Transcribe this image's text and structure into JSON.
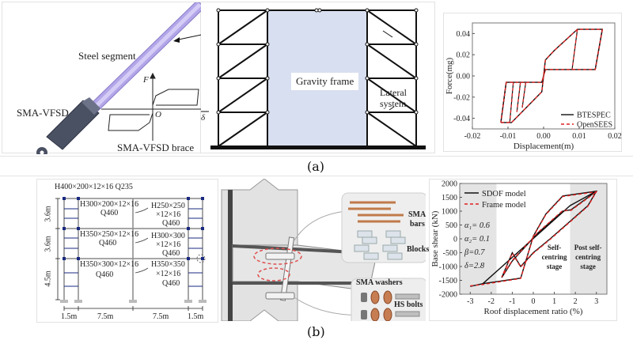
{
  "figure_a": {
    "caption": "(a)",
    "brace_panel": {
      "steel_segment_label": "Steel segment",
      "sma_vfsd_label": "SMA-VFSD",
      "brace_caption": "SMA-VFSD brace",
      "axis_f": "F",
      "axis_delta": "δ",
      "origin": "O"
    },
    "frame_panel": {
      "gravity_frame_label": "Gravity frame",
      "lateral_label_line1": "Lateral",
      "lateral_label_line2": "system"
    },
    "chart_panel": {
      "ylabel": "Force(mg)",
      "xlabel": "Displacement(m)",
      "yticks": [
        "0.04",
        "0.02",
        "0.00",
        "-0.02",
        "-0.04"
      ],
      "xticks": [
        "-0.02",
        "-0.01",
        "0.00",
        "0.01",
        "0.02"
      ],
      "legend": [
        "BTESPEC",
        "OpenSEES"
      ]
    }
  },
  "figure_b": {
    "caption": "(b)",
    "frame_elevation": {
      "top_beam": "H400×200×12×16 Q235",
      "beams_left": [
        {
          "l1": "H300×200×12×16",
          "l2": "Q460"
        },
        {
          "l1": "H350×250×12×16",
          "l2": "Q460"
        },
        {
          "l1": "H350×300×12×16",
          "l2": "Q460"
        }
      ],
      "columns_right": [
        {
          "l1": "H250×250",
          "l2": "×12×16",
          "l3": "Q460"
        },
        {
          "l1": "H300×300",
          "l2": "×12×16",
          "l3": "Q460"
        },
        {
          "l1": "H350×350",
          "l2": "×12×16",
          "l3": "Q460"
        }
      ],
      "story_heights": [
        "3.6m",
        "3.6m",
        "4.5m"
      ],
      "bay_widths": [
        "1.5m",
        "7.5m",
        "7.5m",
        "1.5m"
      ]
    },
    "connection_panel": {
      "sma_bars_line1": "SMA",
      "sma_bars_line2": "bars",
      "blocks": "Blocks",
      "sma_washers": "SMA washers",
      "hs_bolts": "HS bolts"
    },
    "chart_panel": {
      "ylabel": "Base shear (kN)",
      "xlabel": "Roof displacement ratio (%)",
      "yticks": [
        "2000",
        "1500",
        "1000",
        "500",
        "0",
        "-500",
        "-1000",
        "-1500",
        "-2000"
      ],
      "xticks": [
        "-3",
        "-2",
        "-1",
        "0",
        "1",
        "2",
        "3"
      ],
      "legend": [
        "SDOF model",
        "Frame model"
      ],
      "params": [
        "α₁= 0.6",
        "α₂= 0.1",
        "β=0.7",
        "δ=2.8"
      ],
      "region_self": [
        "Self-",
        "centring",
        "stage"
      ],
      "region_post": [
        "Post self-",
        "centring",
        "stage"
      ]
    }
  },
  "chart_data": [
    {
      "type": "line",
      "title": "",
      "xlabel": "Displacement(m)",
      "ylabel": "Force(mg)",
      "xlim": [
        -0.02,
        0.02
      ],
      "ylim": [
        -0.05,
        0.05
      ],
      "legend_position": "bottom-right",
      "series": [
        {
          "name": "BTESPEC",
          "style": "solid",
          "color": "#111111",
          "x": [
            -0.012,
            -0.009,
            -0.0005,
            0.0,
            0.0005,
            0.003,
            0.0095,
            0.0165,
            0.0145,
            0.0005,
            -0.0005,
            -0.0105,
            -0.012
          ],
          "y": [
            -0.044,
            -0.044,
            -0.015,
            0.0,
            0.015,
            0.024,
            0.044,
            0.044,
            0.006,
            0.006,
            -0.006,
            -0.006,
            -0.044
          ]
        },
        {
          "name": "OpenSEES",
          "style": "dashed",
          "color": "#e02020",
          "x": [
            -0.012,
            -0.009,
            -0.0005,
            0.0,
            0.0005,
            0.003,
            0.0095,
            0.0165,
            0.0145,
            0.0005,
            -0.0005,
            -0.0105,
            -0.012
          ],
          "y": [
            -0.044,
            -0.044,
            -0.015,
            0.0,
            0.015,
            0.024,
            0.044,
            0.044,
            0.006,
            0.006,
            -0.006,
            -0.006,
            -0.044
          ]
        }
      ]
    },
    {
      "type": "line",
      "title": "",
      "xlabel": "Roof displacement ratio (%)",
      "ylabel": "Base shear (kN)",
      "xlim": [
        -3.5,
        3.5
      ],
      "ylim": [
        -2000,
        2000
      ],
      "legend_position": "top-left",
      "shaded_regions": [
        [
          -3.5,
          -1.75
        ],
        [
          1.75,
          3.5
        ]
      ],
      "series": [
        {
          "name": "SDOF model",
          "style": "solid",
          "color": "#111111",
          "x": [
            -3.0,
            -2.4,
            -0.6,
            0.0,
            0.6,
            1.4,
            3.0,
            2.6,
            0.8,
            0.0,
            -0.6,
            -1.0,
            -1.5,
            -1.0,
            -0.4,
            0.2,
            1.4,
            1.8,
            3.0,
            1.75,
            -2.4
          ],
          "y": [
            -1720,
            -1620,
            -1420,
            100,
            900,
            1550,
            1720,
            1200,
            0,
            -500,
            -1000,
            -500,
            -1400,
            -800,
            -300,
            200,
            1000,
            1050,
            1720,
            1200,
            -1620
          ]
        },
        {
          "name": "Frame model",
          "style": "dashed",
          "color": "#e02020",
          "x": [
            -3.0,
            -2.4,
            -0.6,
            0.0,
            0.6,
            1.4,
            3.0,
            2.6,
            0.8,
            0.0,
            -0.6,
            -1.0,
            -1.5,
            -1.0,
            -0.4,
            0.2,
            1.4,
            1.8,
            3.0
          ],
          "y": [
            -1700,
            -1650,
            -1430,
            80,
            880,
            1530,
            1700,
            1180,
            -20,
            -520,
            -1020,
            -520,
            -1380,
            -780,
            -280,
            220,
            1020,
            1030,
            1700
          ]
        }
      ]
    }
  ]
}
